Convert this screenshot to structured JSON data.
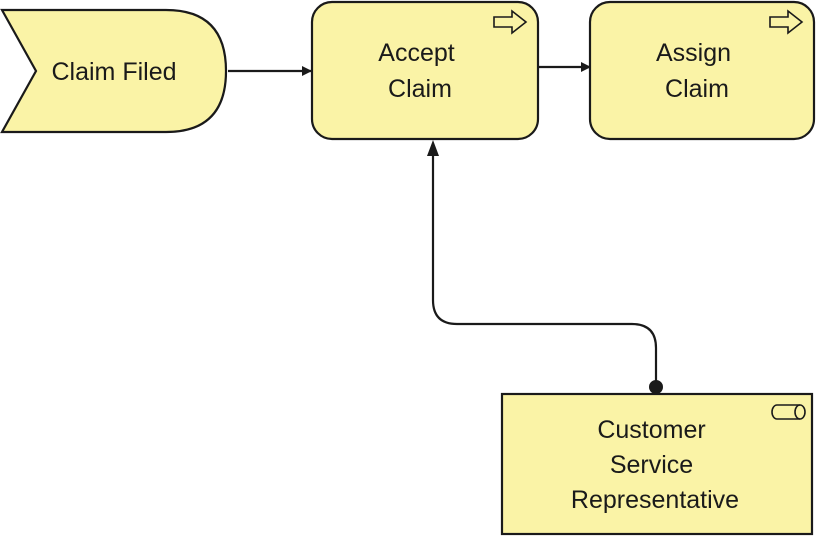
{
  "diagram": {
    "nodes": {
      "claim_filed": {
        "type": "business-event",
        "label": "Claim Filed"
      },
      "accept_claim": {
        "type": "business-process",
        "icon": "process-arrow-icon",
        "lines": [
          "Accept",
          "Claim"
        ]
      },
      "assign_claim": {
        "type": "business-process",
        "icon": "process-arrow-icon",
        "lines": [
          "Assign",
          "Claim"
        ]
      },
      "csr": {
        "type": "business-role",
        "icon": "role-cylinder-icon",
        "lines": [
          "Customer",
          "Service",
          "Representative"
        ]
      }
    },
    "edges": [
      {
        "from": "claim_filed",
        "to": "accept_claim",
        "kind": "triggering"
      },
      {
        "from": "accept_claim",
        "to": "assign_claim",
        "kind": "triggering"
      },
      {
        "from": "csr",
        "to": "accept_claim",
        "kind": "assignment"
      }
    ],
    "colors": {
      "fill": "#faf3a6",
      "stroke": "#1a1a1a",
      "text": "#1a1a1a",
      "background": "#ffffff"
    }
  }
}
